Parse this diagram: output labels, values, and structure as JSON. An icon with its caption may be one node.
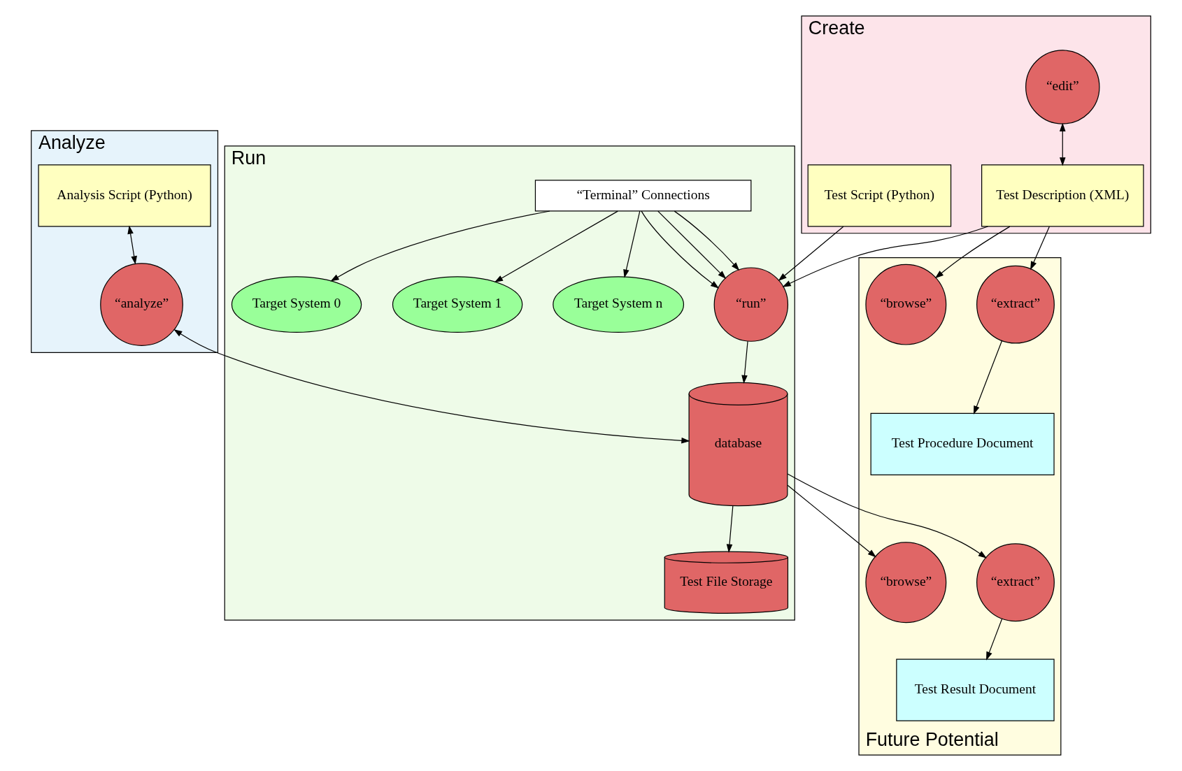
{
  "diagram": {
    "nodes": [
      {
        "text": [
          "Create"
        ]
      },
      {
        "text": [
          "Test Script (Python)"
        ],
        "in": 0
      },
      {
        "text": [
          "“edit”"
        ],
        "in": 0
      },
      {
        "text": [
          "Test Description (XML)"
        ],
        "in": 0
      },
      {
        "text": [
          "Run"
        ]
      },
      {
        "text": [
          "“run”"
        ],
        "in": 4
      },
      {
        "text": [
          "database"
        ],
        "in": 4
      },
      {
        "text": [
          "“Terminal” Connections"
        ],
        "in": 4
      },
      {
        "text": [
          "Target System 0"
        ],
        "in": 4
      },
      {
        "text": [
          "Target System 1"
        ],
        "in": 4
      },
      {
        "text": [
          "Target System n"
        ],
        "in": 4
      },
      {
        "text": [
          "Test File Storage"
        ],
        "in": 4
      },
      {
        "text": [
          "Analyze"
        ]
      },
      {
        "text": [
          "Analysis Script (Python)"
        ],
        "in": 12
      },
      {
        "text": [
          "“analyze”"
        ],
        "in": 12
      },
      {
        "text": [
          "Future Potential"
        ]
      },
      {
        "text": [
          "“extract”"
        ],
        "in": 15
      },
      {
        "text": [
          "Test Procedure Document"
        ],
        "in": 15
      },
      {
        "text": [
          "“browse”"
        ],
        "in": 15
      },
      {
        "text": [
          "“extract”"
        ],
        "in": 15
      },
      {
        "text": [
          "Test Result Document"
        ],
        "in": 15
      },
      {
        "text": [
          "“browse”"
        ],
        "in": 15
      }
    ],
    "edges": [
      {
        "from": 2,
        "to": 3,
        "arrow": "both"
      },
      {
        "from": 1,
        "to": 5,
        "arrow": "to"
      },
      {
        "from": 3,
        "to": 5,
        "arrow": "to"
      },
      {
        "from": 3,
        "to": 16,
        "arrow": "to"
      },
      {
        "from": 3,
        "to": 18,
        "arrow": "to"
      },
      {
        "from": 16,
        "to": 17,
        "arrow": "to"
      },
      {
        "from": 5,
        "to": 6,
        "arrow": "to"
      },
      {
        "from": 6,
        "to": 19,
        "arrow": "to"
      },
      {
        "from": 6,
        "to": 21,
        "arrow": "to"
      },
      {
        "from": 19,
        "to": 20,
        "arrow": "to"
      },
      {
        "from": 7,
        "to": 5,
        "arrow": "to"
      },
      {
        "from": 7,
        "to": 5,
        "arrow": "to"
      },
      {
        "from": 7,
        "to": 5,
        "arrow": "to"
      },
      {
        "from": 7,
        "to": 8,
        "arrow": "to"
      },
      {
        "from": 7,
        "to": 9,
        "arrow": "to"
      },
      {
        "from": 7,
        "to": 10,
        "arrow": "to"
      },
      {
        "from": 6,
        "to": 11,
        "arrow": "to"
      },
      {
        "from": 14,
        "to": 6,
        "arrow": "both"
      },
      {
        "from": 13,
        "to": 14,
        "arrow": "both"
      }
    ]
  }
}
